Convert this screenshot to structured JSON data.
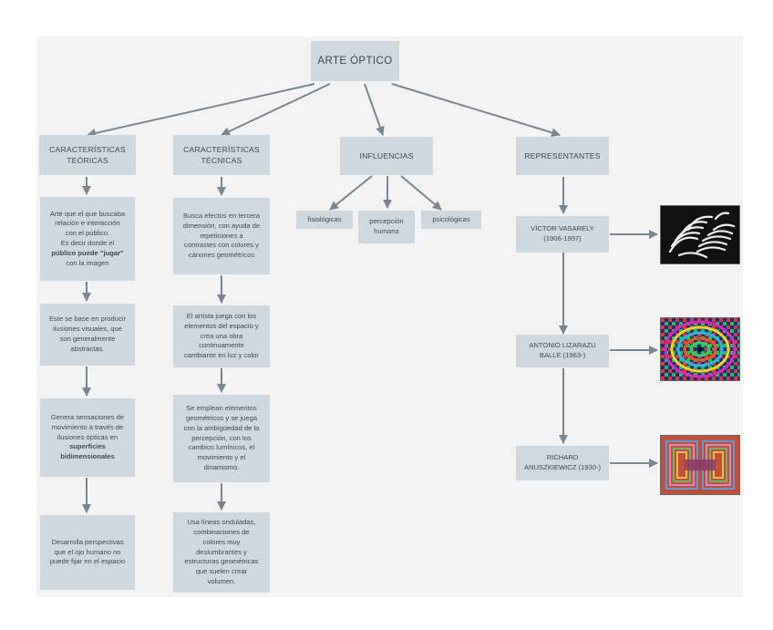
{
  "diagram": {
    "title": "ARTE ÓPTICO",
    "columns": {
      "caracteristicas_teoricas": {
        "header": "CARACTERÍSTICAS\nTEÓRICAS",
        "items": [
          {
            "text": "Arte que el que buscaba\nrelación e interacción\ncon el público.\nEs decir donde el",
            "bold": "público puede \"jugar\"",
            "tail": "con la imagen"
          },
          {
            "text": "Este se base en producir\nilusiones visuales, que\nson generalmente\nabstractas."
          },
          {
            "text": "Genera sensaciones de\nmovimiento a través de\nilusiones ópticas en",
            "bold": "superficies\nbidimensionales",
            "tail": ""
          },
          {
            "text": "Desarrolla perspectivas\nque el ojo humano no\npuede fijar en el espacio"
          }
        ]
      },
      "caracteristicas_tecnicas": {
        "header": "CARACTERÍSTICAS\nTÉCNICAS",
        "items": [
          {
            "text": "Busca efectos en tercera\ndimensión, con ayuda de\nrepeticiones a\ncontrastes con colores y\ncánones geométricos"
          },
          {
            "text": "El artista juega con los\nelementos del espacio y\ncrea una obra\ncontinuamente\ncambiante en luz y color"
          },
          {
            "text": "Se emplean elementos\ngeométricos y se juega\ncon la ambigüedad de la\npercepción, con los\ncambios lumínicos, el\nmovimiento y el\ndinamismo."
          },
          {
            "text": "Usa líneas onduladas,\ncombinaciones de\ncolores muy\ndeslumbrantes y\nestructuras geométricas\nque suelen crear\nvolumen."
          }
        ]
      },
      "influencias": {
        "header": "INFLUENCIAS",
        "items": [
          "fisiológicas",
          "percepción\nhumana",
          "psicológicas"
        ]
      },
      "representantes": {
        "header": "REPRESENTANTES",
        "items": [
          {
            "name": "VÍCTOR VASARELY\n(1906-1997)"
          },
          {
            "name": "ANTONIO LIZARAZU\nBALLE (1963-)"
          },
          {
            "name": "RICHARD\nANUSZKIEWICZ (1930-)"
          }
        ]
      }
    }
  },
  "colors": {
    "node_fill": "#cfd8df",
    "node_text": "#3e4a52",
    "arrow": "#7a8790",
    "background": "#f3f3f3"
  }
}
